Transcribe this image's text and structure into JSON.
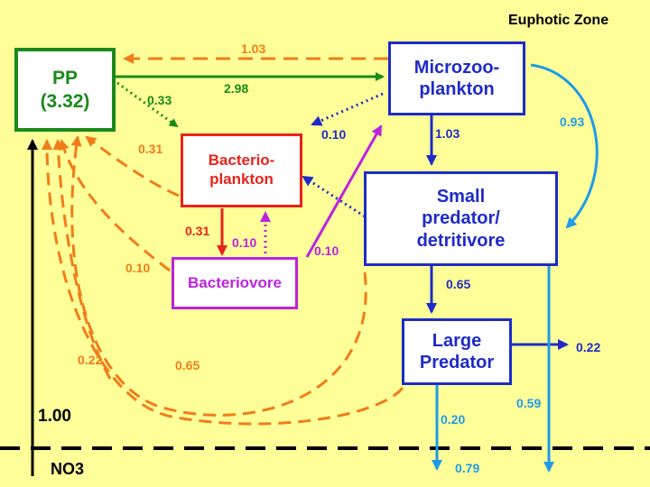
{
  "zone_label": "Euphotic Zone",
  "colors": {
    "background": "#FFFF99",
    "pp": "#1A8A1A",
    "microzoo": "#1E2BC8",
    "bacterio": "#E8231A",
    "bacteriovore": "#BB22E0",
    "detritus": "#F07D1A",
    "sinking": "#1E9BE8",
    "nutrient": "#000000"
  },
  "compartments": {
    "pp": "PP\n(3.32)",
    "microzoo": "Microzoo-\nplankton",
    "bacterio": "Bacterio-\nplankton",
    "bacteriovore": "Bacteriovore",
    "small_predator": "Small\npredator/\ndetritivore",
    "large_predator": "Large\nPredator"
  },
  "flows": {
    "pp_to_microzoo": "2.98",
    "microzoo_to_pp": "1.03",
    "pp_to_bacterio": "0.33",
    "bacterio_to_pp": "0.31",
    "microzoo_to_bacterio": "0.10",
    "bacterio_to_bacteriovore": "0.31",
    "bacteriovore_to_bacterio": "0.10",
    "bacteriovore_to_pp": "0.10",
    "bacteriovore_to_microzoo": "0.10",
    "microzoo_to_small": "1.03",
    "microzoo_to_small_curve": "0.93",
    "small_to_large": "0.65",
    "large_export": "0.22",
    "pp_recycle_left": "0.22",
    "small_to_pp": "0.65",
    "large_sink": "0.20",
    "small_sink": "0.59",
    "deep_export": "0.79"
  },
  "nutrient": {
    "supply": "1.00",
    "source": "NO3"
  }
}
